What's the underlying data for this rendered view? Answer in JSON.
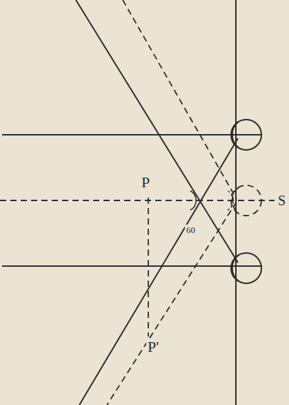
{
  "diagram": {
    "labels": [
      "P",
      "S",
      "60",
      "P'"
    ]
  }
}
